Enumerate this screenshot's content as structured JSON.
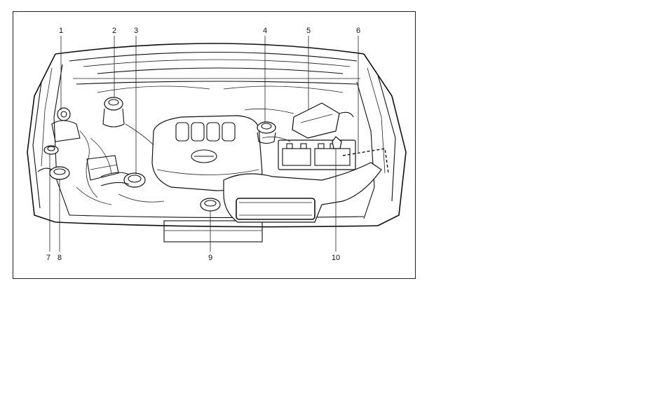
{
  "diagram": {
    "callouts": [
      {
        "id": 1,
        "label": "1"
      },
      {
        "id": 2,
        "label": "2"
      },
      {
        "id": 3,
        "label": "3"
      },
      {
        "id": 4,
        "label": "4"
      },
      {
        "id": 5,
        "label": "5"
      },
      {
        "id": 6,
        "label": "6"
      },
      {
        "id": 7,
        "label": "7"
      },
      {
        "id": 8,
        "label": "8"
      },
      {
        "id": 9,
        "label": "9"
      },
      {
        "id": 10,
        "label": "10"
      }
    ]
  }
}
